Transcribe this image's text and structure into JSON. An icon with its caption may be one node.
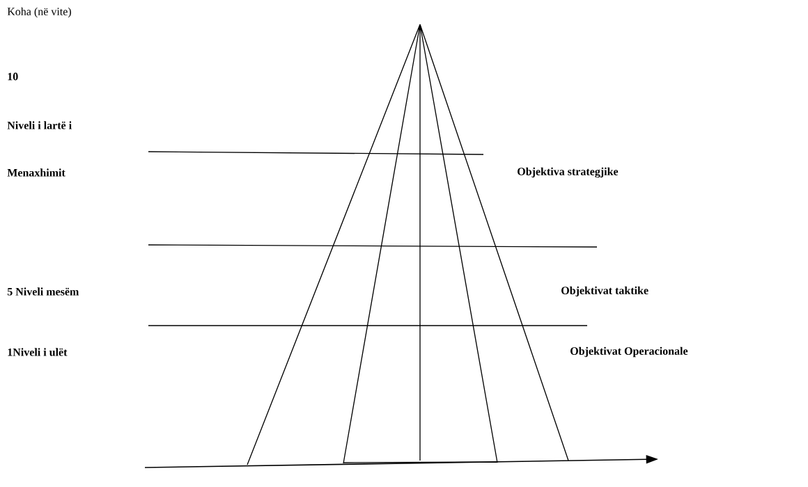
{
  "diagram": {
    "labels": [
      "Koha (në vite)",
      "10",
      "Niveli i lartë i",
      "Menaxhimit",
      "Objektiva strategjike",
      "5 Niveli mesëm",
      "Objektivat taktike",
      "1Niveli i ulët",
      "Objektivat Operacionale"
    ]
  }
}
